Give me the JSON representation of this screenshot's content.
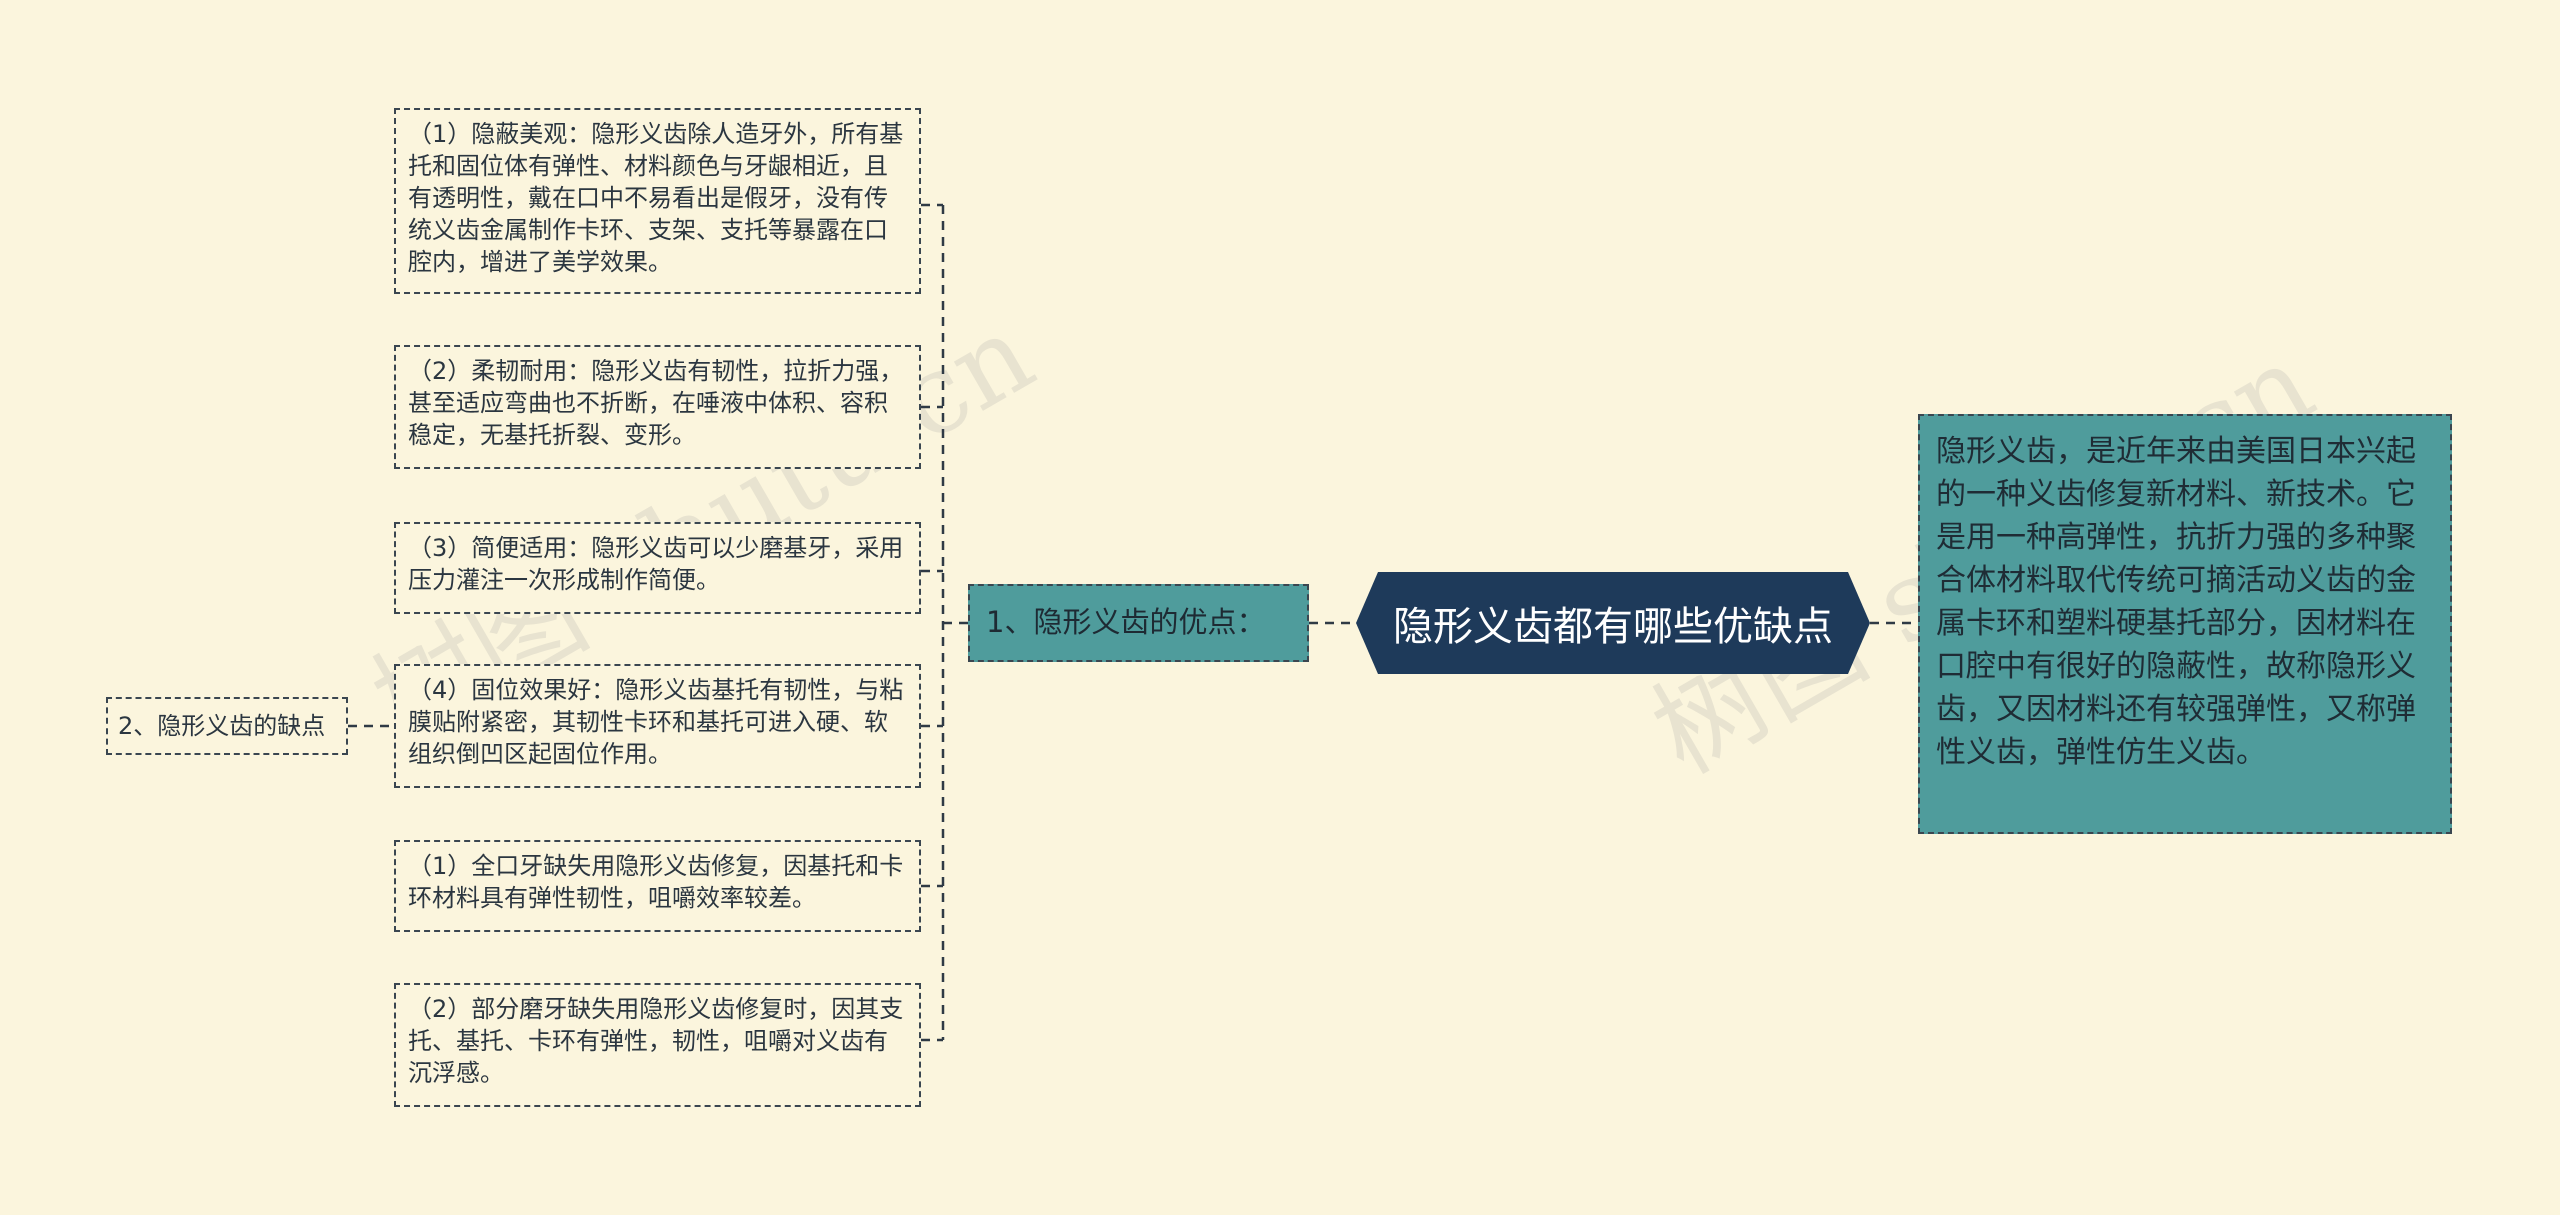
{
  "root": {
    "title": "隐形义齿都有哪些优缺点"
  },
  "definition": {
    "text": "隐形义齿，是近年来由美国日本兴起的一种义齿修复新材料、新技术。它是用一种高弹性，抗折力强的多种聚合体材料取代传统可摘活动义齿的金属卡环和塑料硬基托部分，因材料在口腔中有很好的隐蔽性，故称隐形义齿，又因材料还有较强弹性，又称弹性义齿，弹性仿生义齿。"
  },
  "advantages": {
    "label": "1、隐形义齿的优点：",
    "items": [
      "（1）隐蔽美观：隐形义齿除人造牙外，所有基托和固位体有弹性、材料颜色与牙龈相近，且有透明性，戴在口中不易看出是假牙，没有传统义齿金属制作卡环、支架、支托等暴露在口腔内，增进了美学效果。",
      "（2）柔韧耐用：隐形义齿有韧性，拉折力强，甚至适应弯曲也不折断，在唾液中体积、容积稳定，无基托折裂、变形。",
      "（3）简便适用：隐形义齿可以少磨基牙，采用压力灌注一次形成制作简便。",
      "（4）固位效果好：隐形义齿基托有韧性，与粘膜贴附紧密，其韧性卡环和基托可进入硬、软组织倒凹区起固位作用。",
      "（1）全口牙缺失用隐形义齿修复，因基托和卡环材料具有弹性韧性，咀嚼效率较差。",
      "（2）部分磨牙缺失用隐形义齿修复时，因其支托、基托、卡环有弹性，韧性，咀嚼对义齿有沉浮感。"
    ]
  },
  "disadvantages": {
    "label": "2、隐形义齿的缺点"
  },
  "colors": {
    "background": "#fbf5dd",
    "root_fill": "#1e3a5a",
    "branch_fill": "#4f9c9c",
    "line": "#2f3a45"
  }
}
